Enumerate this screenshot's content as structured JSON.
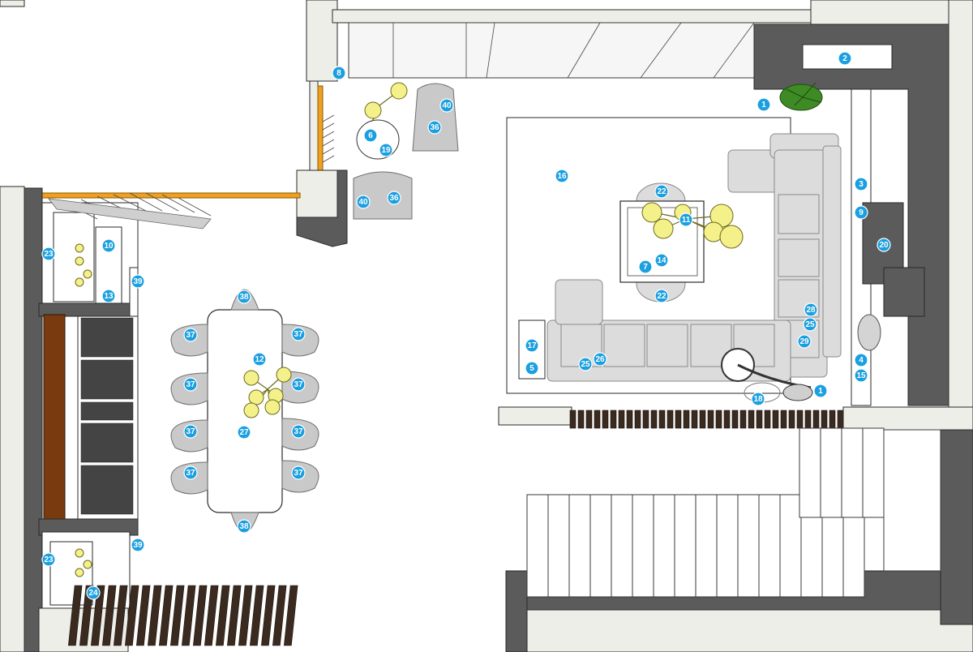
{
  "plan": {
    "tags": [
      {
        "id": "tag-1-a",
        "label": "1"
      },
      {
        "id": "tag-2",
        "label": "2"
      },
      {
        "id": "tag-3",
        "label": "3"
      },
      {
        "id": "tag-4",
        "label": "4"
      },
      {
        "id": "tag-5",
        "label": "5"
      },
      {
        "id": "tag-6",
        "label": "6"
      },
      {
        "id": "tag-7",
        "label": "7"
      },
      {
        "id": "tag-8",
        "label": "8"
      },
      {
        "id": "tag-9",
        "label": "9"
      },
      {
        "id": "tag-10",
        "label": "10"
      },
      {
        "id": "tag-11",
        "label": "11"
      },
      {
        "id": "tag-12",
        "label": "12"
      },
      {
        "id": "tag-13",
        "label": "13"
      },
      {
        "id": "tag-14",
        "label": "14"
      },
      {
        "id": "tag-15",
        "label": "15"
      },
      {
        "id": "tag-16",
        "label": "16"
      },
      {
        "id": "tag-17",
        "label": "17"
      },
      {
        "id": "tag-18",
        "label": "18"
      },
      {
        "id": "tag-19",
        "label": "19"
      },
      {
        "id": "tag-20",
        "label": "20"
      },
      {
        "id": "tag-22-a",
        "label": "22"
      },
      {
        "id": "tag-22-b",
        "label": "22"
      },
      {
        "id": "tag-23-a",
        "label": "23"
      },
      {
        "id": "tag-23-b",
        "label": "23"
      },
      {
        "id": "tag-24",
        "label": "24"
      },
      {
        "id": "tag-25-a",
        "label": "25"
      },
      {
        "id": "tag-25-b",
        "label": "25"
      },
      {
        "id": "tag-26",
        "label": "26"
      },
      {
        "id": "tag-27",
        "label": "27"
      },
      {
        "id": "tag-28",
        "label": "28"
      },
      {
        "id": "tag-29",
        "label": "29"
      },
      {
        "id": "tag-36-a",
        "label": "36"
      },
      {
        "id": "tag-36-b",
        "label": "36"
      },
      {
        "id": "tag-37-1",
        "label": "37"
      },
      {
        "id": "tag-37-2",
        "label": "37"
      },
      {
        "id": "tag-37-3",
        "label": "37"
      },
      {
        "id": "tag-37-4",
        "label": "37"
      },
      {
        "id": "tag-37-5",
        "label": "37"
      },
      {
        "id": "tag-37-6",
        "label": "37"
      },
      {
        "id": "tag-37-7",
        "label": "37"
      },
      {
        "id": "tag-37-8",
        "label": "37"
      },
      {
        "id": "tag-38-a",
        "label": "38"
      },
      {
        "id": "tag-38-b",
        "label": "38"
      },
      {
        "id": "tag-39-a",
        "label": "39"
      },
      {
        "id": "tag-39-b",
        "label": "39"
      },
      {
        "id": "tag-40-a",
        "label": "40"
      },
      {
        "id": "tag-40-b",
        "label": "40"
      },
      {
        "id": "tag-1-b",
        "label": "1"
      }
    ]
  },
  "colors": {
    "tag": "#1a9fe0",
    "wall": "#5b5b5b",
    "accent": "#f0a020",
    "lamp": "#f4f08a",
    "slat": "#3a2a20"
  }
}
